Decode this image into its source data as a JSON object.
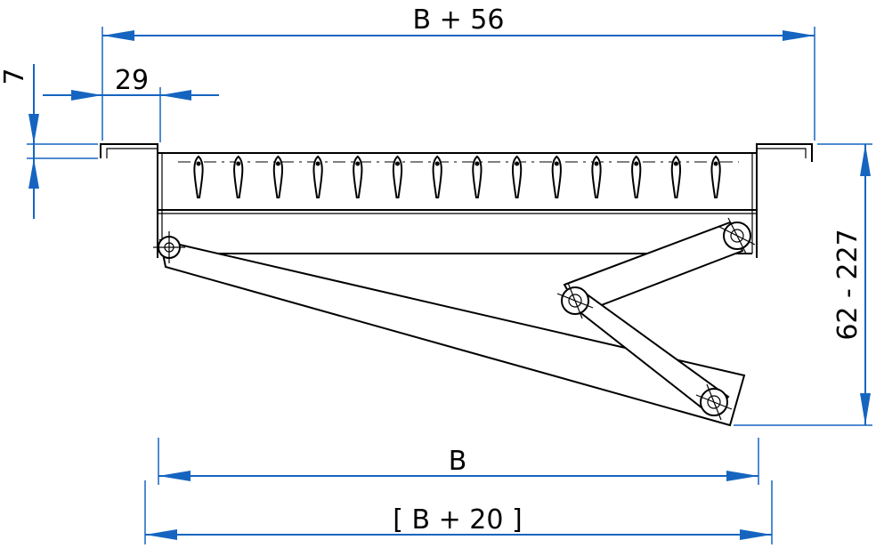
{
  "dimensions": {
    "overall_width": "B + 56",
    "frame_offset": "29",
    "frame_thickness": "7",
    "opening_height": "62 - 227",
    "inner_width": "B",
    "outer_width": "[ B + 20 ]"
  },
  "colors": {
    "dimension": "#1565c0",
    "outline": "#000000",
    "background": "#ffffff"
  }
}
